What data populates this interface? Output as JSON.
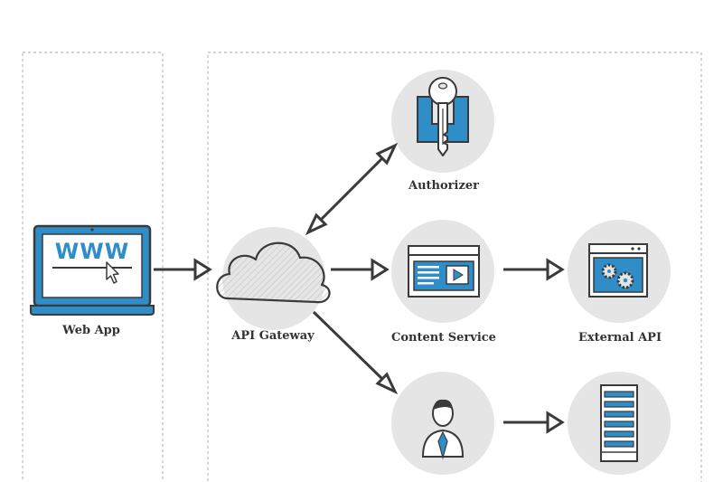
{
  "nodes": {
    "web_app": {
      "label": "Web App"
    },
    "api_gateway": {
      "label": "API Gateway"
    },
    "authorizer": {
      "label": "Authorizer"
    },
    "content_service": {
      "label": "Content Service"
    },
    "external_api": {
      "label": "External API"
    },
    "user_service": {
      "label": ""
    },
    "database": {
      "label": ""
    }
  },
  "laptop": {
    "screen_text": "WWW"
  },
  "colors": {
    "accent_blue": "#2f8dc8",
    "dark_outline": "#3a3a3a",
    "circle_bg": "#e5e5e5",
    "dashed_border": "#bbbbbb",
    "label_text": "#333333"
  },
  "icons": {
    "laptop": "laptop-icon",
    "cloud": "cloud-icon",
    "key": "key-icon",
    "browser_video": "browser-video-icon",
    "gears_window": "gears-window-icon",
    "user": "user-icon",
    "server": "server-icon"
  }
}
